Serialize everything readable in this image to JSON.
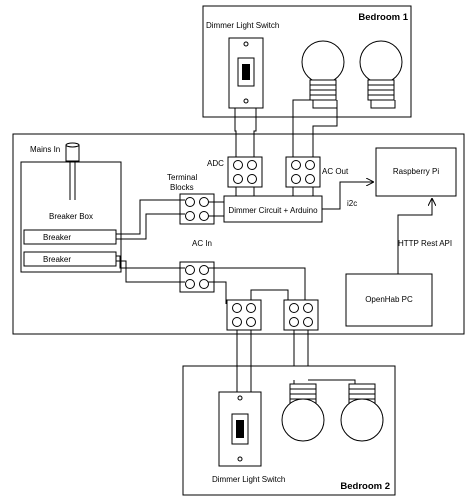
{
  "labels": {
    "bedroom1": "Bedroom 1",
    "bedroom2": "Bedroom 2",
    "dimmer_switch_top": "Dimmer Light Switch",
    "dimmer_switch_bottom": "Dimmer Light Switch",
    "mains_in": "Mains In",
    "adc": "ADC",
    "ac_out": "AC Out",
    "terminal_blocks_line1": "Terminal",
    "terminal_blocks_line2": "Blocks",
    "breaker_box": "Breaker Box",
    "breaker_1": "Breaker",
    "breaker_2": "Breaker",
    "dimmer_circuit": "Dimmer Circuit + Arduino",
    "raspberry_pi": "Raspberry Pi",
    "i2c": "i2c",
    "http_rest_api": "HTTP Rest API",
    "ac_in": "AC In",
    "openhab_pc": "OpenHab PC"
  }
}
